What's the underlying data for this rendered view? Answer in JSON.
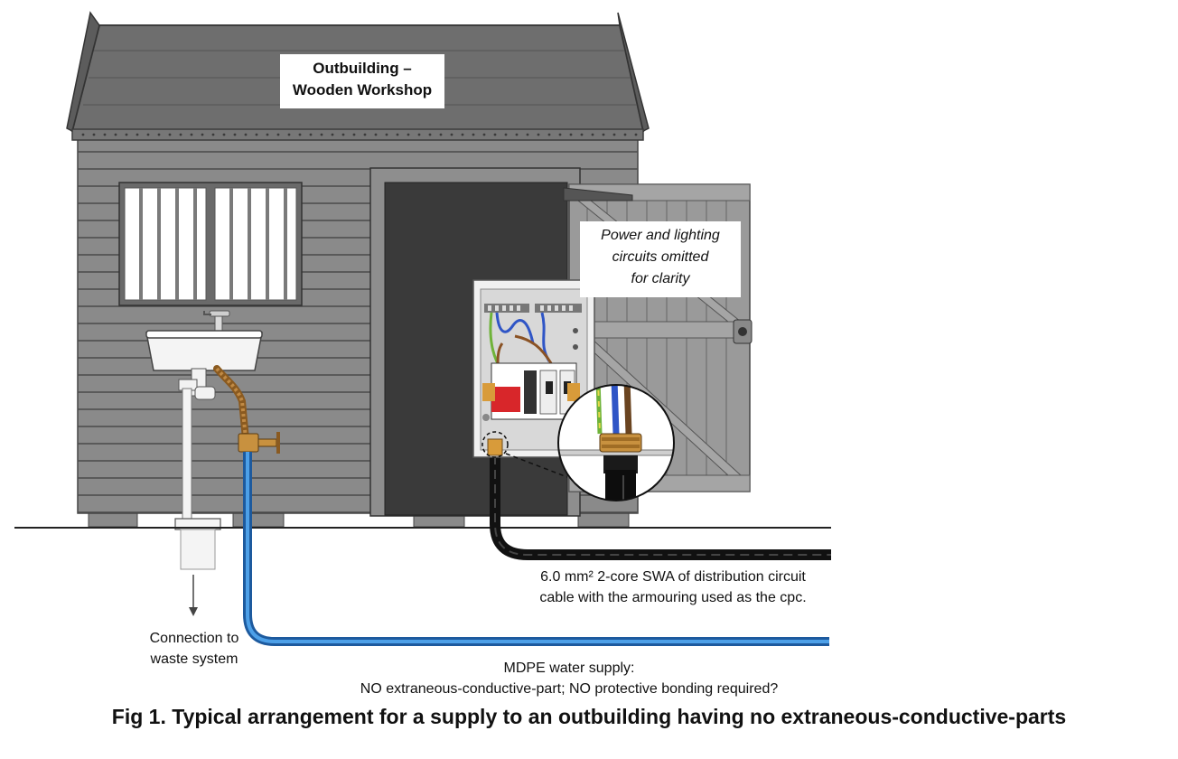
{
  "labels": {
    "building_title_line1": "Outbuilding –",
    "building_title_line2": "Wooden Workshop",
    "note_line1": "Power and lighting",
    "note_line2": "circuits omitted",
    "note_line3": "for clarity",
    "cable_line1": "6.0 mm² 2-core SWA of distribution circuit",
    "cable_line2": "cable with the armouring used as the cpc.",
    "waste_line1": "Connection to",
    "waste_line2": "waste system",
    "water_line1": "MDPE water supply:",
    "water_line2": "NO extraneous-conductive-part; NO protective bonding required?"
  },
  "caption": "Fig 1. Typical arrangement for a supply to an outbuilding having no extraneous-conductive-parts",
  "colors": {
    "roof": "#6e6e6e",
    "cladding": "#8a8a8a",
    "board_line": "#4a4a4a",
    "door_opening": "#3a3a3a",
    "door_leaf": "#9a9a9a",
    "swa_cable": "#111111",
    "water_pipe": "#2b79c9",
    "waste_pipe": "#f2f2f2",
    "copper_pipe": "#9a6a30",
    "rcd_red": "#d8262a",
    "gland_brass": "#c8913f"
  },
  "icons": {
    "sink": "sink-icon",
    "tap": "tap-icon",
    "stop_valve": "stop-valve-icon",
    "consumer_unit": "consumer-unit-icon",
    "cable_gland_zoom": "cable-gland-icon",
    "waste_arrow": "arrow-down-icon"
  }
}
